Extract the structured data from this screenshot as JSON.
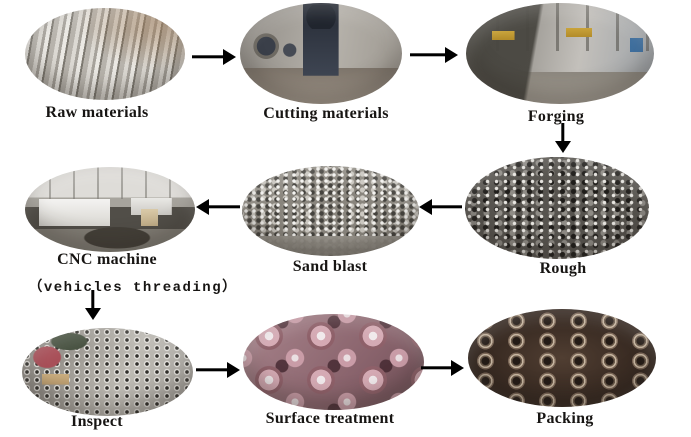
{
  "diagram": {
    "type": "process-flow",
    "background_color": "#ffffff",
    "arrow_color": "#000000",
    "label_color": "#171513",
    "steps": [
      {
        "name": "raw-materials",
        "label": "Raw materials",
        "photo": "steel-bars-photo"
      },
      {
        "name": "cutting-materials",
        "label": "Cutting materials",
        "photo": "cutting-press-machine-photo"
      },
      {
        "name": "forging",
        "label": "Forging",
        "photo": "forging-workshop-photo"
      },
      {
        "name": "rough",
        "label": "Rough",
        "photo": "rough-nuts-pile-photo"
      },
      {
        "name": "sand-blast",
        "label": "Sand blast",
        "photo": "sand-blasted-nuts-photo"
      },
      {
        "name": "cnc-machine",
        "label": "CNC machine",
        "sublabel": "（vehicles threading）",
        "photo": "cnc-workshop-photo"
      },
      {
        "name": "inspect",
        "label": "Inspect",
        "photo": "inspection-trays-photo"
      },
      {
        "name": "surface-treatment",
        "label": "Surface treatment",
        "photo": "pink-coated-nuts-photo"
      },
      {
        "name": "packing",
        "label": "Packing",
        "photo": "packed-rings-box-photo"
      }
    ],
    "arrows": [
      {
        "from": "raw-materials",
        "to": "cutting-materials",
        "direction": "right"
      },
      {
        "from": "cutting-materials",
        "to": "forging",
        "direction": "right"
      },
      {
        "from": "forging",
        "to": "rough",
        "direction": "down"
      },
      {
        "from": "rough",
        "to": "sand-blast",
        "direction": "left"
      },
      {
        "from": "sand-blast",
        "to": "cnc-machine",
        "direction": "left"
      },
      {
        "from": "cnc-machine",
        "to": "inspect",
        "direction": "down"
      },
      {
        "from": "inspect",
        "to": "surface-treatment",
        "direction": "right"
      },
      {
        "from": "surface-treatment",
        "to": "packing",
        "direction": "right"
      }
    ]
  }
}
